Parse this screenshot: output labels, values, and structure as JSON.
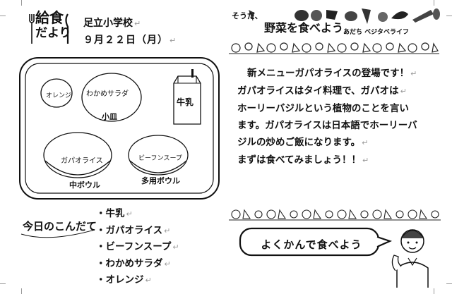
{
  "header": {
    "logo_line1": "給食",
    "logo_line2": "だより",
    "school": "足立小学校",
    "date": "９月２２日（月）",
    "return_mark": "↵"
  },
  "vegetable_banner": {
    "lead": "そうだ、",
    "title": "野菜を食べよう",
    "subtitle": "あだち ベジタベライフ"
  },
  "article": {
    "lines": [
      "新メニューガパオライスの登場です！",
      "ガパオライスはタイ料理で、ガパオは",
      "ホーリーバジルという植物のことを言い",
      "ます。ガパオライスは日本語でホーリーバ",
      "ジルの炒めご飯になります。",
      "まずは食べてみましょう！！"
    ]
  },
  "tray": {
    "orange": "オレンジ",
    "salad": "わかめサラダ",
    "small_plate": "小皿",
    "milk": "牛乳",
    "gapao": "ガパオライス",
    "medium_bowl": "中ボウル",
    "soup": "ビーフンスープ",
    "multi_bowl": "多用ボウル"
  },
  "menu": {
    "heading": "今日のこんだて",
    "items": [
      "牛乳",
      "ガパオライス",
      "ビーフンスープ",
      "わかめサラダ",
      "オレンジ"
    ]
  },
  "chew": {
    "message": "よくかんで食べよう"
  }
}
